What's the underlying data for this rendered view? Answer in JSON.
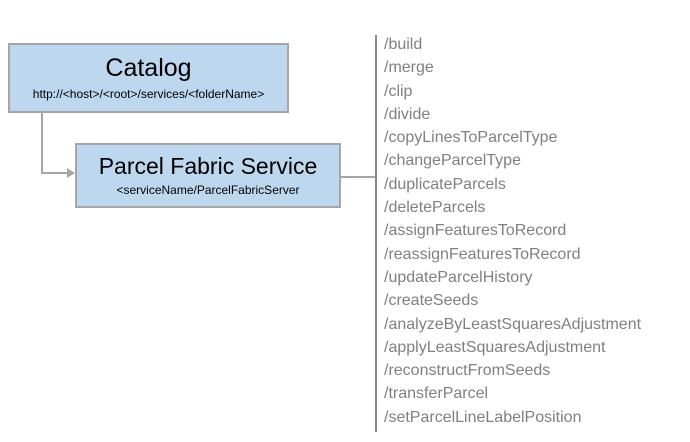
{
  "catalog": {
    "title": "Catalog",
    "subtitle": "http://<host>/<root>/services/<folderName>"
  },
  "service": {
    "title": "Parcel Fabric Service",
    "subtitle": "<serviceName/ParcelFabricServer"
  },
  "operations": [
    "/build",
    "/merge",
    "/clip",
    "/divide",
    "/copyLinesToParcelType",
    "/changeParcelType",
    "/duplicateParcels",
    "/deleteParcels",
    "/assignFeaturesToRecord",
    "/reassignFeaturesToRecord",
    "/updateParcelHistory",
    "/createSeeds",
    "/analyzeByLeastSquaresAdjustment",
    "/applyLeastSquaresAdjustment",
    "/reconstructFromSeeds",
    "/transferParcel",
    "/setParcelLineLabelPosition"
  ],
  "colors": {
    "box_fill": "#BDD7EE",
    "box_border": "#A6A6A6",
    "connector": "#A6A6A6",
    "list_text": "#808080",
    "divider": "#8A8A8A",
    "title_text": "#000000"
  }
}
